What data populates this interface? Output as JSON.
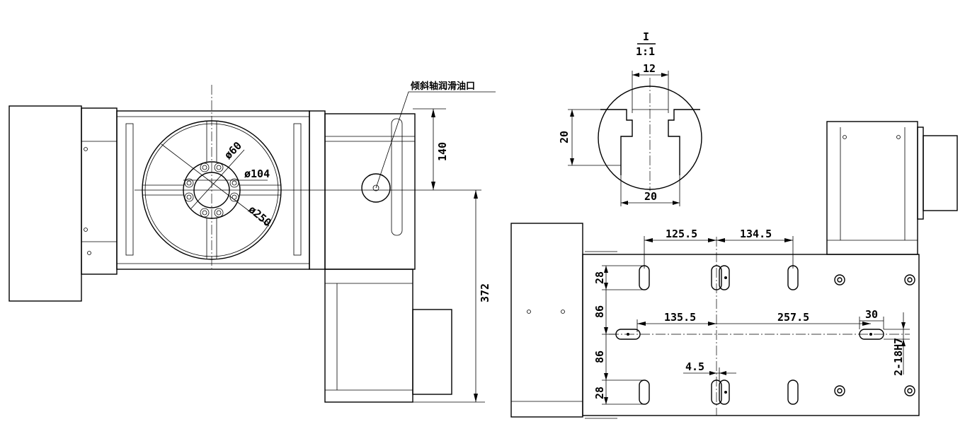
{
  "left_view": {
    "diameters": {
      "inner": "ø60",
      "middle": "ø104",
      "outer": "ø250"
    },
    "oil_port_label": "倾斜轴润滑油口",
    "dim_vertical_upper": "140",
    "dim_vertical_lower": "372"
  },
  "detail_view": {
    "section_mark": "I",
    "scale": "1:1",
    "dim_top_width": "12",
    "dim_height": "20",
    "dim_bottom_width": "20"
  },
  "right_view": {
    "dim_top_left": "125.5",
    "dim_top_right": "134.5",
    "dim_mid_left": "135.5",
    "dim_mid_right": "257.5",
    "dim_slot": "30",
    "dim_offset": "4.5",
    "dim_tslot": "2-18H7",
    "dim_v_28_top": "28",
    "dim_v_86_top": "86",
    "dim_v_86_bottom": "86",
    "dim_v_28_bottom": "28"
  }
}
